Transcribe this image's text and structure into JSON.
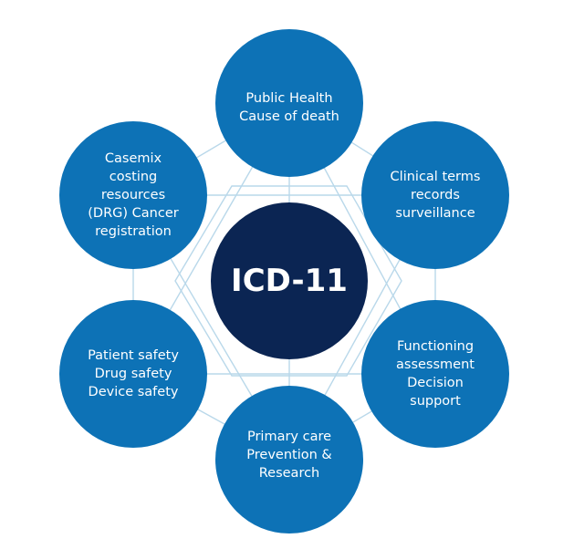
{
  "diagram": {
    "center_label": "ICD-11",
    "nodes": [
      {
        "id": "public-health",
        "label": "Public Health\nCause of death"
      },
      {
        "id": "clinical-terms",
        "label": "Clinical terms\nrecords\nsurveillance"
      },
      {
        "id": "functioning",
        "label": "Functioning\nassessment\nDecision\nsupport"
      },
      {
        "id": "primary-care",
        "label": "Primary care\nPrevention &\nResearch"
      },
      {
        "id": "patient-safety",
        "label": "Patient safety\nDrug safety\nDevice safety"
      },
      {
        "id": "casemix",
        "label": "Casemix\ncosting\nresources\n(DRG) Cancer\nregistration"
      }
    ],
    "colors": {
      "outer_circle": "#0d72b6",
      "center_circle": "#0b2553",
      "connector_lines": "#b9d8ea",
      "text": "#ffffff"
    }
  }
}
